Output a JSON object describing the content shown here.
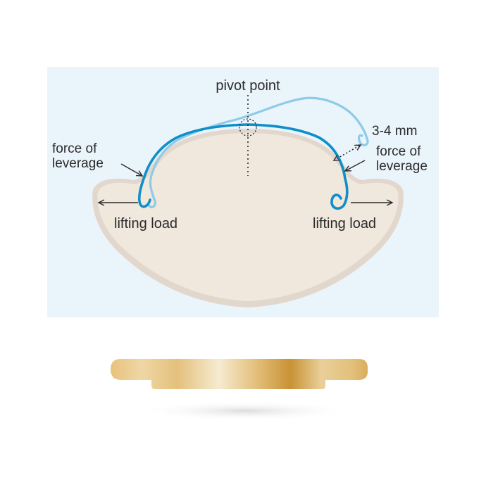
{
  "labels": {
    "pivot_point": "pivot point",
    "gap": "3-4 mm",
    "force_left_line1": "force of",
    "force_left_line2": "leverage",
    "force_right_line1": "force of",
    "force_right_line2": "leverage",
    "lifting_left": "lifting load",
    "lifting_right": "lifting load"
  },
  "colors": {
    "panel_background": "#eaf4fb",
    "nail_plate": "#efe6dc",
    "nail_rim": "#e0d5cb",
    "brace_active": "#0f8ec8",
    "brace_relaxed": "#8dcbe8",
    "annotation": "#2b2b2b",
    "gold_light": "#f6e7c4",
    "gold_dark": "#c69338"
  }
}
